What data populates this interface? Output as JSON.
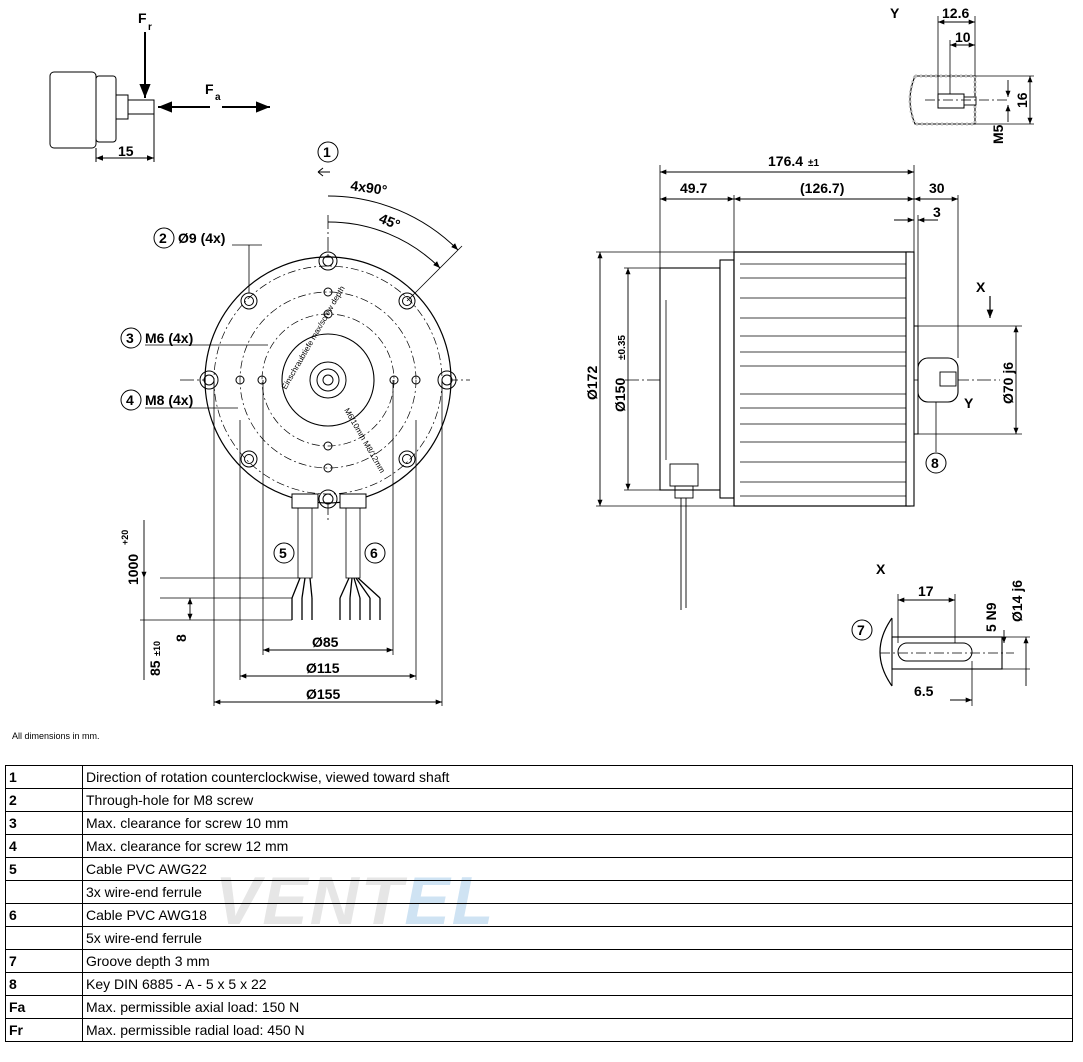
{
  "drawing": {
    "front_view": {
      "callout_rotation": "1",
      "angle_4x90": "4x90°",
      "angle_45": "45°",
      "callout_holes": "2",
      "label_holes": "Ø9 (4x)",
      "callout_m6": "3",
      "label_m6": "M6 (4x)",
      "callout_m8": "4",
      "label_m8": "M8 (4x)",
      "stamp_line1": "Einschraubtiefe max/screw depth",
      "stamp_line2": "M6/10mm M8/12mm",
      "callout_cable5": "5",
      "callout_cable6": "6",
      "dim_cable_len": "1000",
      "dim_cable_len_tol": "+20",
      "dim_ferrule": "8",
      "dim_strip": "85",
      "dim_strip_tol": "±10",
      "dim_d85": "Ø85",
      "dim_d115": "Ø115",
      "dim_d155": "Ø155"
    },
    "load_sketch": {
      "fr": "F",
      "fr_sub": "r",
      "fa": "F",
      "fa_sub": "a",
      "dim_15": "15"
    },
    "side_view": {
      "dim_total": "176.4",
      "dim_total_tol": "±1",
      "dim_49_7": "49.7",
      "dim_126_7": "(126.7)",
      "dim_30": "30",
      "dim_3": "3",
      "dim_d172": "Ø172",
      "dim_d150": "Ø150",
      "dim_d150_tol": "±0.35",
      "dim_d70": "Ø70 j6",
      "label_x": "X",
      "label_y": "Y",
      "callout_key": "8"
    },
    "detail_y": {
      "label": "Y",
      "dim_12_6": "12.6",
      "dim_10": "10",
      "dim_16": "16",
      "dim_m5": "M5"
    },
    "detail_x": {
      "label": "X",
      "dim_17": "17",
      "dim_5n9": "5 N9",
      "dim_d14": "Ø14 j6",
      "dim_6_5": "6.5",
      "callout_groove": "7"
    }
  },
  "note": "All dimensions in mm.",
  "watermark": {
    "part1": "VENT",
    "part2": "EL"
  },
  "legend": [
    {
      "key": "1",
      "text": "Direction of rotation counterclockwise, viewed toward shaft"
    },
    {
      "key": "2",
      "text": "Through-hole for M8 screw"
    },
    {
      "key": "3",
      "text": "Max. clearance for screw 10 mm"
    },
    {
      "key": "4",
      "text": "Max. clearance for screw 12 mm"
    },
    {
      "key": "5",
      "text": "Cable PVC AWG22"
    },
    {
      "key": "",
      "text": "3x wire-end ferrule"
    },
    {
      "key": "6",
      "text": "Cable PVC AWG18"
    },
    {
      "key": "",
      "text": "5x wire-end ferrule"
    },
    {
      "key": "7",
      "text": "Groove depth 3 mm"
    },
    {
      "key": "8",
      "text": "Key DIN 6885 - A - 5 x 5 x 22"
    },
    {
      "key": "Fa",
      "text": "Max. permissible axial load: 150 N"
    },
    {
      "key": "Fr",
      "text": "Max. permissible radial load: 450 N"
    }
  ]
}
